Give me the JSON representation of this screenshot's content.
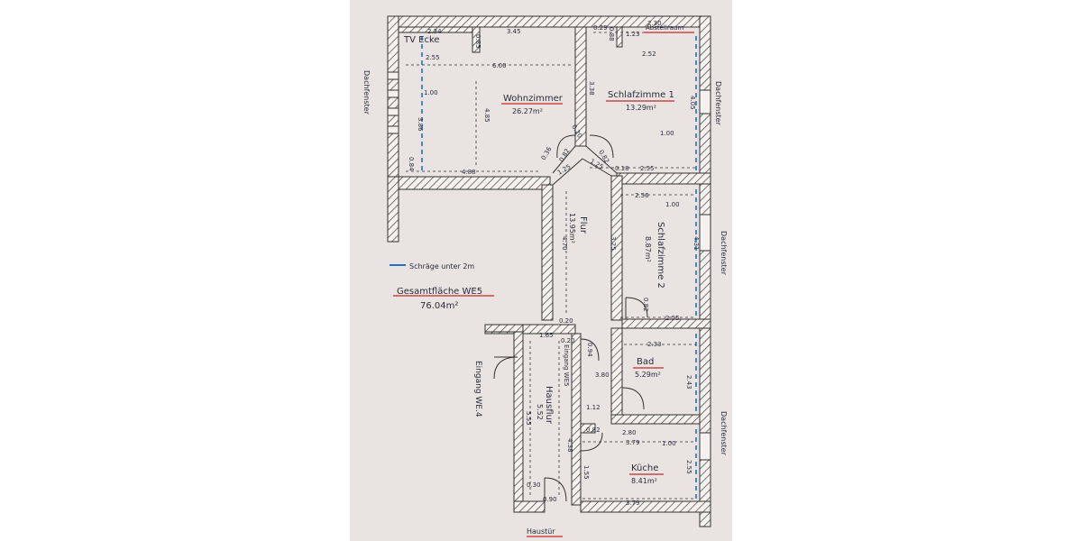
{
  "rooms": {
    "tv": "TV Ecke",
    "abstell": "Abstellraum",
    "wohn": {
      "name": "Wohnzimmer",
      "area": "26.27m²"
    },
    "schlaf1": {
      "name": "Schlafzimme 1",
      "area": "13.29m²"
    },
    "flur": {
      "name": "Flur",
      "area": "13.95m²"
    },
    "schlaf2": {
      "name": "Schlafzimme 2",
      "area": "8.87m²"
    },
    "bad": {
      "name": "Bad",
      "area": "5.29m²"
    },
    "kueche": {
      "name": "Küche",
      "area": "8.41m²"
    },
    "hausflur": {
      "name": "Hausflur",
      "area": "5.52"
    }
  },
  "labels": {
    "legend": "Schräge unter 2m",
    "gesamt": "Gesamtfläche WE5",
    "gesamt_value": "76.04m²",
    "eingang_we4": "Eingang WE.4",
    "eingang_we5": "Eingang WE5",
    "haustuer": "Haustür",
    "dachfenster": "Dachfenster"
  },
  "dims": {
    "d234": "2.34",
    "d345": "3.45",
    "d088": "0.88",
    "d085": "0.85",
    "d029": "0.29",
    "d230": "2.30",
    "d123": "1.23",
    "d252": "2.52",
    "d255a": "2.55",
    "d600": "6.00",
    "d100a": "1.00",
    "d485": "4.85",
    "d386": "3.86",
    "d338": "3.38",
    "d405": "4.05",
    "d100b": "1.00",
    "d084": "0.84",
    "d488": "4.88",
    "d036": "0.36",
    "d082a": "0.82",
    "d020": "0.20",
    "d082b": "0.82",
    "d018": "0.18",
    "d225a": "1.25",
    "d225b": "1.25",
    "d255b": "2.55",
    "d256": "2.56",
    "d100c": "1.00",
    "d470": "4.70",
    "d325": "3.25",
    "d431": "4.31",
    "d082c": "0.82",
    "d255c": "2.55",
    "d020b": "0.20",
    "d165": "1.65",
    "d020c": "0.20",
    "d094": "0.94",
    "d233": "2.33",
    "d380": "3.80",
    "d112": "1.12",
    "d555": "5.55",
    "d243": "2.43",
    "d280": "2.80",
    "d379a": "3.79",
    "d100d": "1.00",
    "d438": "4.38",
    "d082d": "0.82",
    "d155": "1.55",
    "d255d": "2.55",
    "d030": "0.30",
    "d090": "0.90",
    "d379b": "3.79"
  },
  "colors": {
    "wall": "#333333",
    "slope": "#1f6fd0",
    "underline": "#c62828"
  }
}
